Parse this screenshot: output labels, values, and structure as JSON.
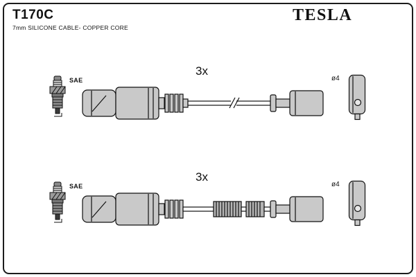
{
  "header": {
    "part_number": "T170C",
    "subtitle": "7mm SILICONE CABLE- COPPER CORE",
    "brand": "TESLA"
  },
  "rows": [
    {
      "plug_label": "SAE",
      "qty_label": "3x",
      "diameter_label": "ø4"
    },
    {
      "plug_label": "SAE",
      "qty_label": "3x",
      "diameter_label": "ø4"
    }
  ],
  "colors": {
    "outline": "#1c1c1c",
    "connector_fill": "#c9c9c9",
    "corrugation_fill": "#b5b5b5"
  }
}
